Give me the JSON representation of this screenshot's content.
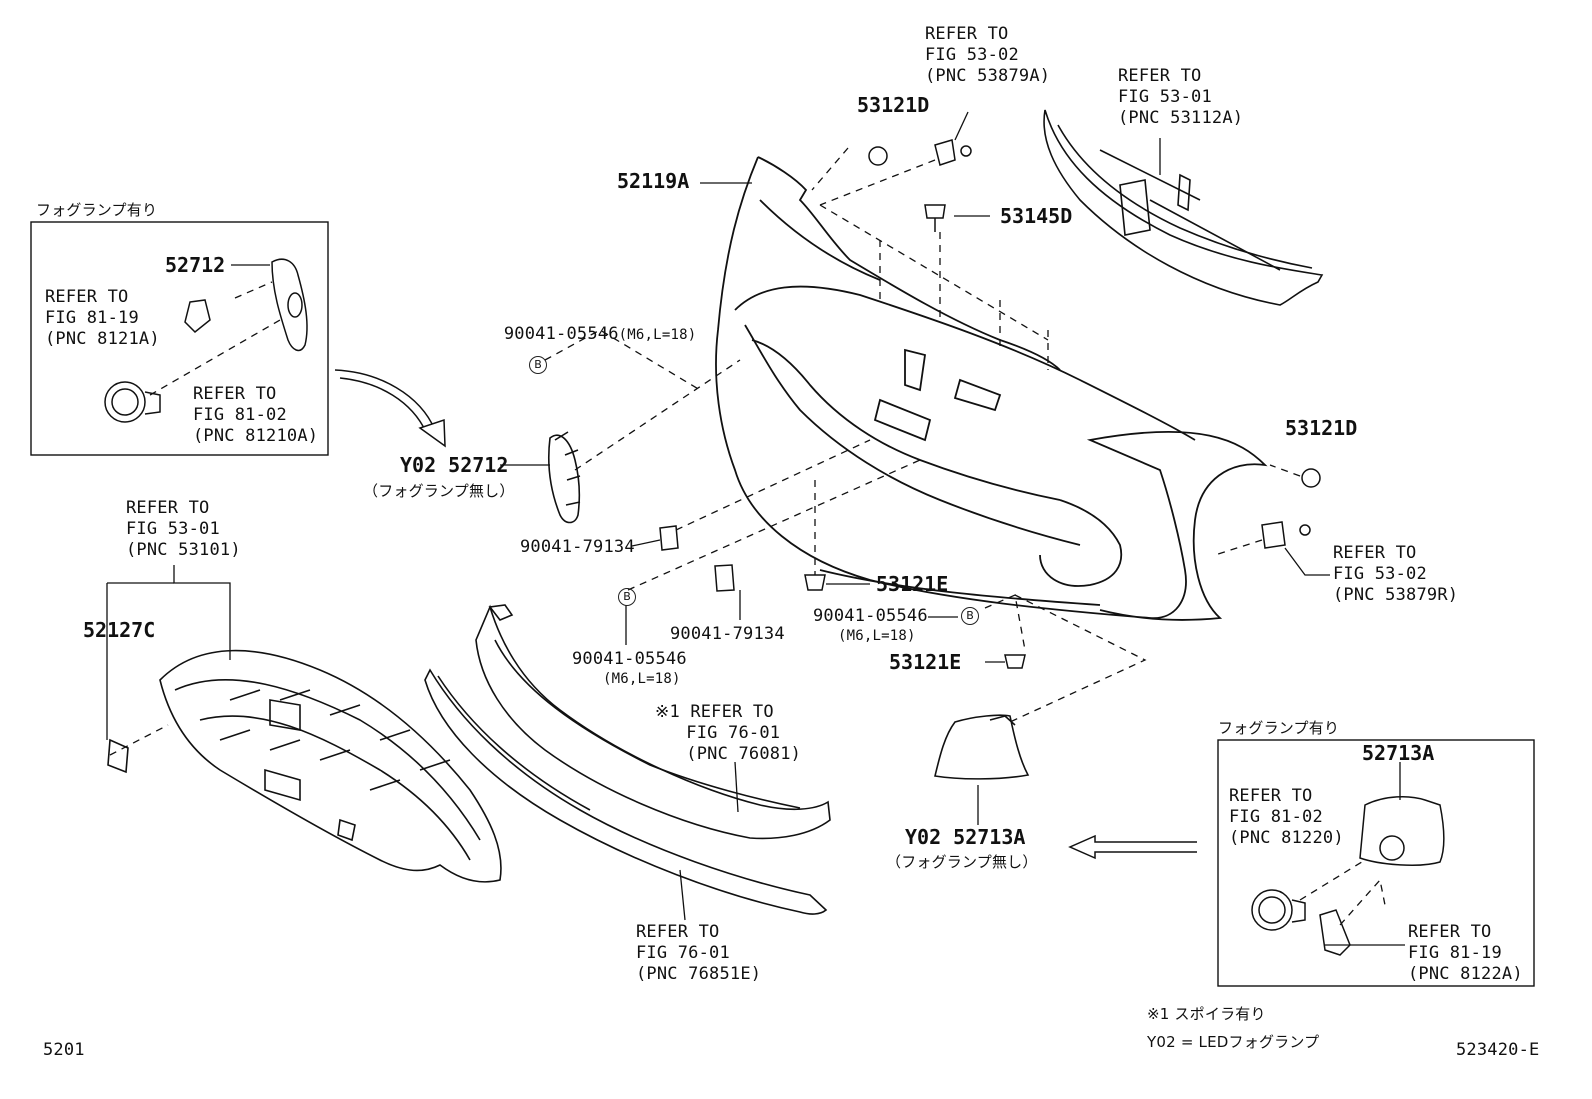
{
  "labels": {
    "p52119A": "52119A",
    "p53121D_top": "53121D",
    "refer_53879A": "REFER TO\nFIG 53-02\n(PNC 53879A)",
    "refer_53112A": "REFER TO\nFIG 53-01\n(PNC 53112A)",
    "p53145D": "53145D",
    "box_left_title": "フォグランプ有り",
    "p52712": "52712",
    "refer_8121A": "REFER TO\nFIG 81-19\n(PNC 8121A)",
    "refer_81210A": "REFER TO\nFIG 81-02\n(PNC 81210A)",
    "bolt_top_pn": "90041-05546",
    "bolt_top_spec": "(M6,L=18)",
    "y02_52712": "Y02 52712",
    "nofog_left": "（フォグランプ無し）",
    "p53121D_right": "53121D",
    "refer_53101": "REFER TO\nFIG 53-01\n(PNC 53101)",
    "p52127C": "52127C",
    "clip_left": "90041-79134",
    "p53121E_a": "53121E",
    "bolt_mid_pn": "90041-05546",
    "bolt_mid_spec": "(M6,L=18)",
    "refer_53879R": "REFER TO\nFIG 53-02\n(PNC 53879R)",
    "clip_mid": "90041-79134",
    "bolt_low_pn": "90041-05546",
    "bolt_low_spec": "(M6,L=18)",
    "p53121E_b": "53121E",
    "refer_76081": "※1 REFER TO\n   FIG 76-01\n   (PNC 76081)",
    "box_right_title": "フォグランプ有り",
    "p52713A": "52713A",
    "refer_81220": "REFER TO\nFIG 81-02\n(PNC 81220)",
    "y02_52713A": "Y02 52713A",
    "nofog_right": "（フォグランプ無し）",
    "refer_8122A": "REFER TO\nFIG 81-19\n(PNC 8122A)",
    "refer_76851E": "REFER TO\nFIG 76-01\n(PNC 76851E)",
    "note1": "※1 スポイラ有り",
    "note2": "Y02 = LEDフォグランプ",
    "code_left": "5201",
    "code_right": "523420-E",
    "b_marker": "B"
  }
}
